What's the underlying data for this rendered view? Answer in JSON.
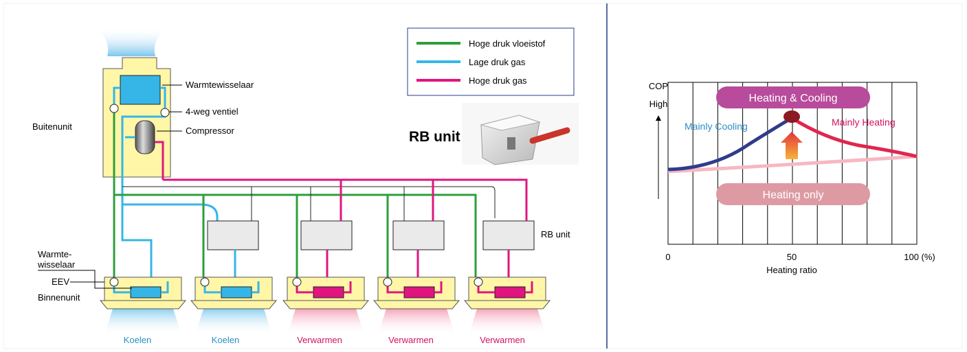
{
  "legend": {
    "items": [
      {
        "label": "Hoge druk vloeistof",
        "color": "#2e9e3c"
      },
      {
        "label": "Lage druk gas",
        "color": "#36b6e6"
      },
      {
        "label": "Hoge druk gas",
        "color": "#e0157f"
      }
    ]
  },
  "outdoor": {
    "unit_label": "Buitenunit",
    "heat_exchanger": "Warmtewisselaar",
    "valve": "4-weg ventiel",
    "compressor": "Compressor"
  },
  "rb": {
    "title": "RB unit",
    "label": "RB unit"
  },
  "indoor": {
    "heat_exchanger": "Warmte-\nwisselaar",
    "hx_line1": "Warmte-",
    "hx_line2": "wisselaar",
    "eev": "EEV",
    "unit_label": "Binnenunit",
    "modes": [
      "Koelen",
      "Koelen",
      "Verwarmen",
      "Verwarmen",
      "Verwarmen"
    ]
  },
  "colors": {
    "liquid": "#2e9e3c",
    "low_gas": "#36b6e6",
    "high_gas": "#e0157f",
    "unit_fill": "#fff6a8",
    "cool_text": "#2a8fc4",
    "heat_text": "#d2125e"
  },
  "chart": {
    "y_title": "COP",
    "y_high": "High",
    "x_ticks": [
      "0",
      "50",
      "100 (%)"
    ],
    "x_label": "Heating ratio",
    "heat_cool_label": "Heating & Cooling",
    "heating_only_label": "Heating only",
    "mainly_cooling": "Mainly Cooling",
    "mainly_heating": "Mainly Heating"
  }
}
